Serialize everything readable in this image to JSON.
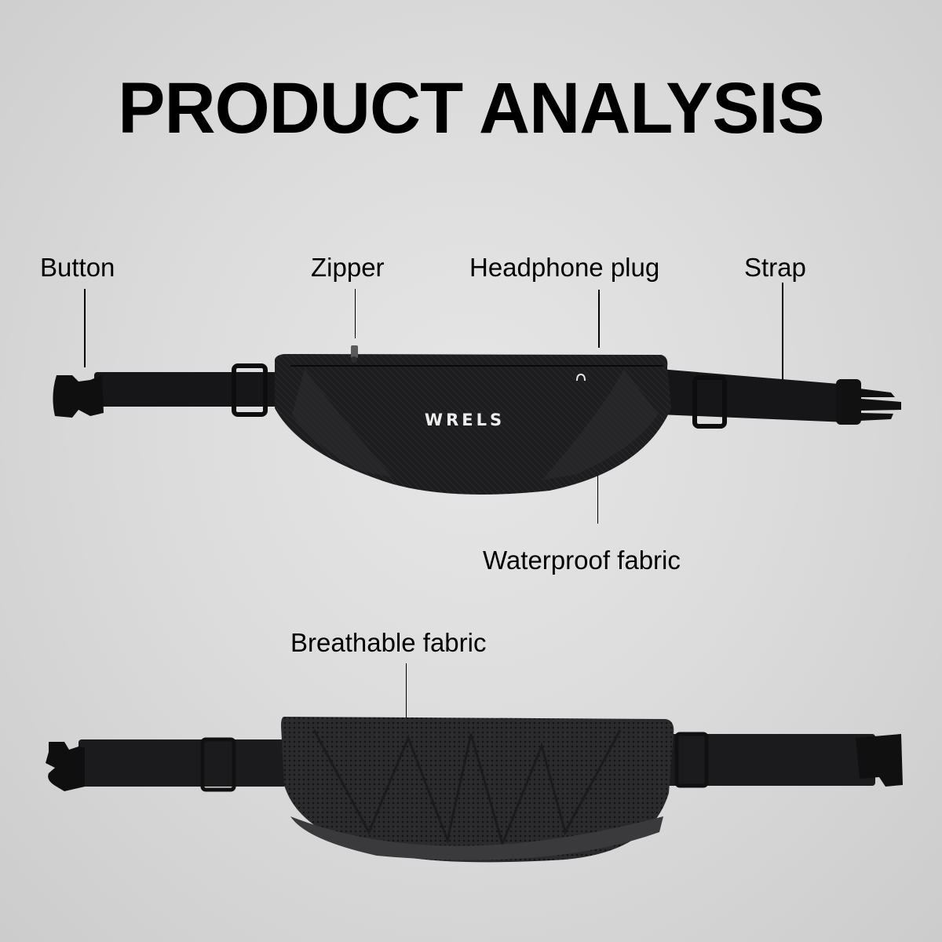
{
  "title": "PRODUCT ANALYSIS",
  "front_view": {
    "brand_logo": "WRELS",
    "callouts": [
      {
        "label": "Button"
      },
      {
        "label": "Zipper"
      },
      {
        "label": "Headphone plug"
      },
      {
        "label": "Strap"
      },
      {
        "label": "Waterproof fabric"
      }
    ]
  },
  "back_view": {
    "callouts": [
      {
        "label": "Breathable fabric"
      }
    ]
  },
  "colors": {
    "background": "#d9d9d9",
    "text": "#000000",
    "product": "#1c1c1e"
  }
}
